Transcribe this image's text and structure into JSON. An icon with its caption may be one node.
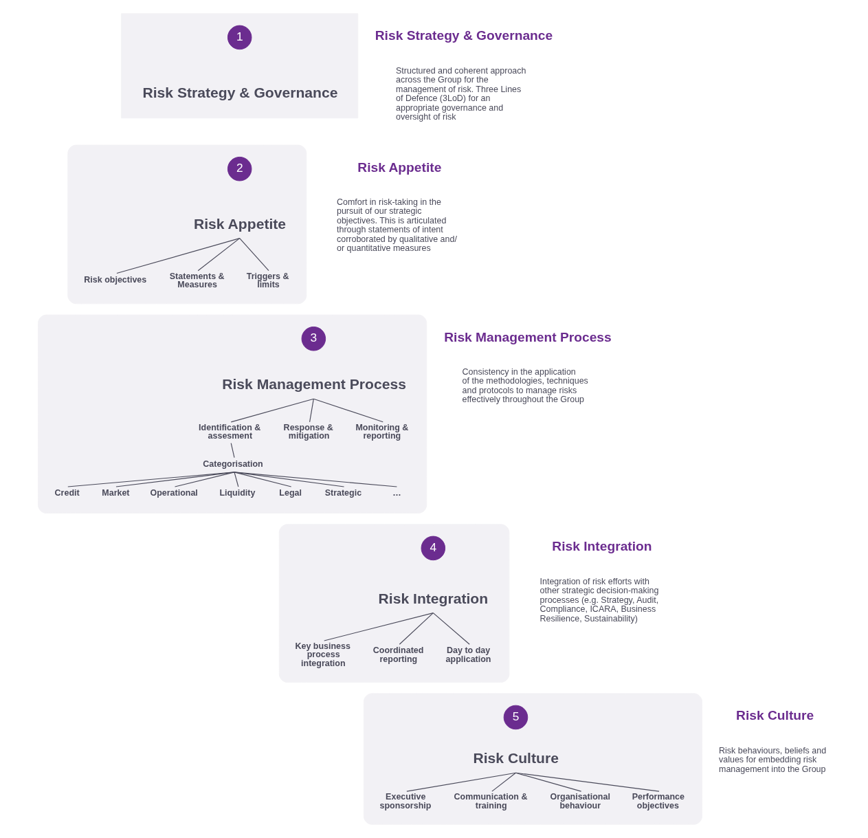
{
  "diagram": {
    "nodes": [
      {
        "text": [],
        "shape": "triangle"
      },
      {
        "text": [
          "1"
        ],
        "in": 0
      },
      {
        "text": [
          "Risk Strategy & Governance"
        ],
        "in": 0
      },
      {
        "text": [],
        "shape": "trapezoid"
      },
      {
        "text": [
          "2"
        ],
        "in": 3
      },
      {
        "text": [
          "Risk Appetite"
        ],
        "in": 3
      },
      {
        "text": [
          "Risk objectives"
        ],
        "in": 3
      },
      {
        "text": [
          "Statements & Measures"
        ],
        "in": 3
      },
      {
        "text": [
          "Triggers & limits"
        ],
        "in": 3
      },
      {
        "text": [],
        "shape": "trapezoid"
      },
      {
        "text": [
          "3"
        ],
        "in": 9
      },
      {
        "text": [
          "Risk Management Process"
        ],
        "in": 9
      },
      {
        "text": [
          "Identification & assesment"
        ],
        "in": 9
      },
      {
        "text": [
          "Response & mitigation"
        ],
        "in": 9
      },
      {
        "text": [
          "Monitoring & reporting"
        ],
        "in": 9
      },
      {
        "text": [
          "Categorisation"
        ],
        "in": 9
      },
      {
        "text": [
          "Credit"
        ],
        "in": 9
      },
      {
        "text": [
          "Market"
        ],
        "in": 9
      },
      {
        "text": [
          "Operational"
        ],
        "in": 9
      },
      {
        "text": [
          "Liquidity"
        ],
        "in": 9
      },
      {
        "text": [
          "Legal"
        ],
        "in": 9
      },
      {
        "text": [
          "Strategic"
        ],
        "in": 9
      },
      {
        "text": [
          "…"
        ],
        "in": 9
      },
      {
        "text": [],
        "shape": "trapezoid"
      },
      {
        "text": [
          "4"
        ],
        "in": 23
      },
      {
        "text": [
          "Risk Integration"
        ],
        "in": 23
      },
      {
        "text": [
          "Key business process integration"
        ],
        "in": 23
      },
      {
        "text": [
          "Coordinated reporting"
        ],
        "in": 23
      },
      {
        "text": [
          "Day to day application"
        ],
        "in": 23
      },
      {
        "text": [],
        "shape": "trapezoid"
      },
      {
        "text": [
          "5"
        ],
        "in": 29
      },
      {
        "text": [
          "Risk Culture"
        ],
        "in": 29
      },
      {
        "text": [
          "Executive sponsorship"
        ],
        "in": 29
      },
      {
        "text": [
          "Communication & training"
        ],
        "in": 29
      },
      {
        "text": [
          "Organisational behaviour"
        ],
        "in": 29
      },
      {
        "text": [
          "Performance objectives"
        ],
        "in": 29
      }
    ],
    "edges": [
      {
        "from": 5,
        "to": 6,
        "arrow": "none"
      },
      {
        "from": 5,
        "to": 7,
        "arrow": "none"
      },
      {
        "from": 5,
        "to": 8,
        "arrow": "none"
      },
      {
        "from": 11,
        "to": 12,
        "arrow": "none"
      },
      {
        "from": 11,
        "to": 13,
        "arrow": "none"
      },
      {
        "from": 11,
        "to": 14,
        "arrow": "none"
      },
      {
        "from": 12,
        "to": 15,
        "arrow": "none"
      },
      {
        "from": 15,
        "to": 16,
        "arrow": "none"
      },
      {
        "from": 15,
        "to": 17,
        "arrow": "none"
      },
      {
        "from": 15,
        "to": 18,
        "arrow": "none"
      },
      {
        "from": 15,
        "to": 19,
        "arrow": "none"
      },
      {
        "from": 15,
        "to": 20,
        "arrow": "none"
      },
      {
        "from": 15,
        "to": 21,
        "arrow": "none"
      },
      {
        "from": 15,
        "to": 22,
        "arrow": "none"
      },
      {
        "from": 25,
        "to": 26,
        "arrow": "none"
      },
      {
        "from": 25,
        "to": 27,
        "arrow": "none"
      },
      {
        "from": 25,
        "to": 28,
        "arrow": "none"
      },
      {
        "from": 31,
        "to": 32,
        "arrow": "none"
      },
      {
        "from": 31,
        "to": 33,
        "arrow": "none"
      },
      {
        "from": 31,
        "to": 34,
        "arrow": "none"
      },
      {
        "from": 31,
        "to": 35,
        "arrow": "none"
      }
    ],
    "labels": [
      "Risk Strategy & Governance",
      "Structured and coherent approach across the Group for the management of risk. Three Lines of Defence (3LoD) for an appropriate governance and oversight of risk",
      "Risk Appetite",
      "Comfort in risk-taking in the pursuit of our strategic objectives. This is articulated through statements of intent corroborated by qualitative and/ or quantitative measures",
      "Risk Management Process",
      "Consistency in the application of the methodologies, techniques and protocols to manage risks effectively throughout the Group",
      "Risk Integration",
      "Integration of risk efforts with other strategic decision-making processes (e.g. Strategy, Audit, Compliance, ICARA, Business Resilience, Sustainability)",
      "Risk Culture",
      "Risk behaviours, beliefs and values for embedding risk management into the Group"
    ]
  }
}
